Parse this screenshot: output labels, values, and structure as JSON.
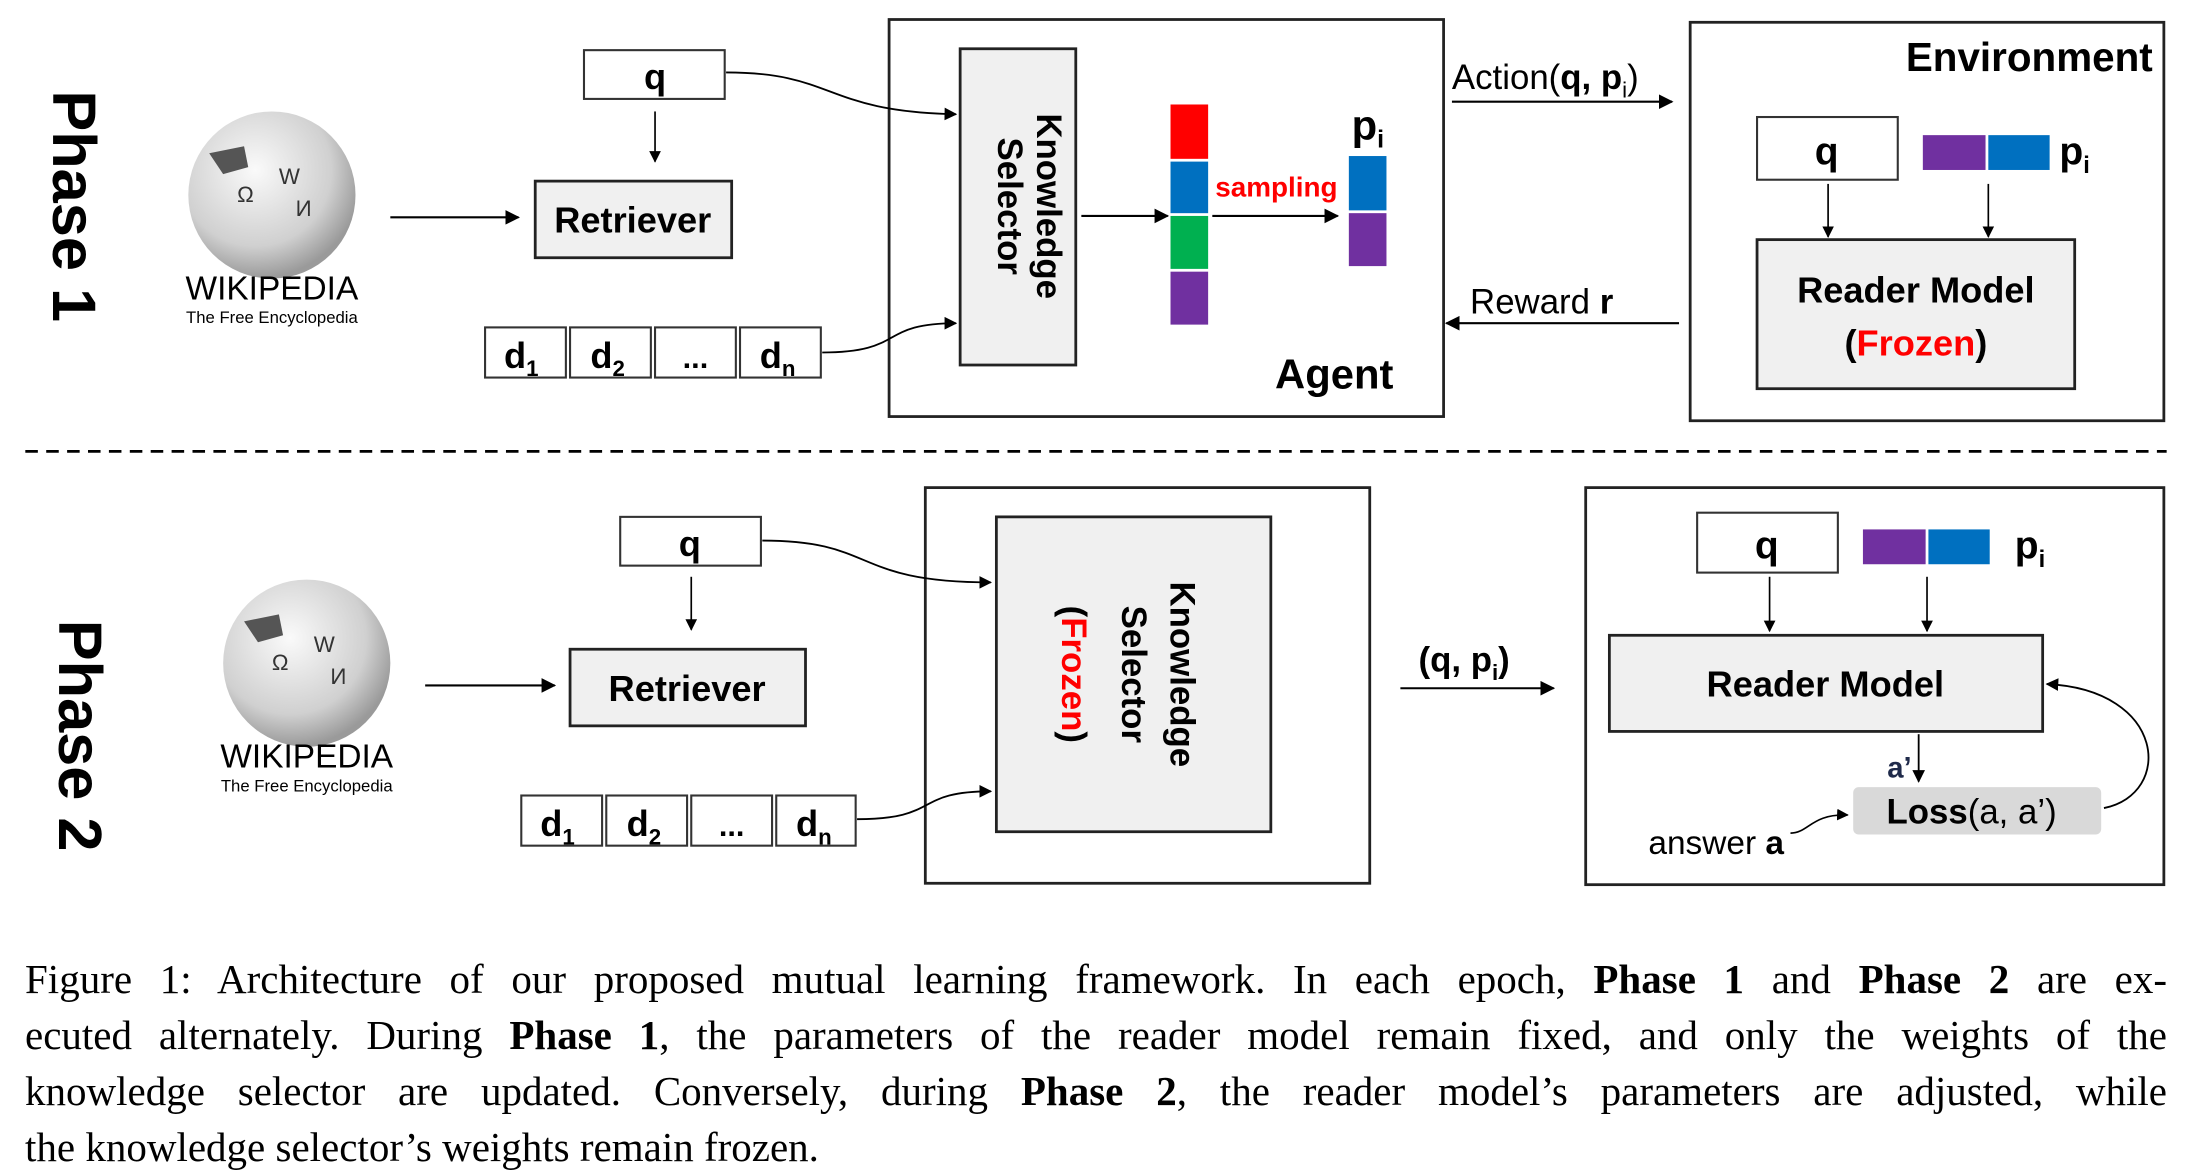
{
  "phase1": {
    "label": "Phase 1",
    "wikipedia": {
      "name": "WIKIPEDIA",
      "tagline": "The Free Encyclopedia"
    },
    "query": "q",
    "retriever": "Retriever",
    "docs": [
      {
        "base": "d",
        "sub": "1"
      },
      {
        "base": "d",
        "sub": "2"
      },
      {
        "base": "...",
        "sub": ""
      },
      {
        "base": "d",
        "sub": "n"
      }
    ],
    "agent": {
      "label": "Agent",
      "selector_line1": "Knowledge",
      "selector_line2": "Selector",
      "sampling": "sampling",
      "passage": {
        "base": "p",
        "sub": "i"
      }
    },
    "action": {
      "prefix": "Action(",
      "bold": "q, p",
      "sub": "i",
      "suffix": ")"
    },
    "reward": {
      "prefix": "Reward ",
      "bold": "r"
    },
    "environment": {
      "label": "Environment",
      "query": "q",
      "passage": {
        "base": "p",
        "sub": "i"
      },
      "reader_line1": "Reader Model",
      "reader_open": "(",
      "reader_frozen": "Frozen",
      "reader_close": ")"
    }
  },
  "phase2": {
    "label": "Phase 2",
    "wikipedia": {
      "name": "WIKIPEDIA",
      "tagline": "The Free Encyclopedia"
    },
    "query": "q",
    "retriever": "Retriever",
    "docs": [
      {
        "base": "d",
        "sub": "1"
      },
      {
        "base": "d",
        "sub": "2"
      },
      {
        "base": "...",
        "sub": ""
      },
      {
        "base": "d",
        "sub": "n"
      }
    ],
    "selector": {
      "line1": "Knowledge",
      "line2": "Selector",
      "open": "(",
      "frozen": "Frozen",
      "close": ")"
    },
    "transfer": {
      "prefix": "(q, p",
      "sub": "i",
      "suffix": ")"
    },
    "reader": {
      "query": "q",
      "passage": {
        "base": "p",
        "sub": "i"
      },
      "label": "Reader Model",
      "prediction": "a’",
      "loss_bold": "Loss",
      "loss_args": "(a, a’)",
      "answer_prefix": "answer ",
      "answer_bold": "a"
    }
  },
  "colors": {
    "red": "#ff0000",
    "blue": "#0070c0",
    "green": "#00b050",
    "purple": "#7030a0",
    "box_fill": "#f0f0f0",
    "loss_fill": "#d9d9d9"
  },
  "caption": {
    "l1_a": "Figure 1: Architecture of our proposed mutual learning framework. In each epoch, ",
    "l1_b": "Phase 1",
    "l1_c": " and ",
    "l1_d": "Phase 2",
    "l1_e": " are ex-",
    "l2_a": "ecuted alternately. During ",
    "l2_b": "Phase 1",
    "l2_c": ", the parameters of the reader model remain fixed, and only the weights of the",
    "l3_a": "knowledge selector are updated. Conversely, during ",
    "l3_b": "Phase 2",
    "l3_c": ", the reader model’s parameters are adjusted, while",
    "l4": "the knowledge selector’s weights remain frozen."
  }
}
